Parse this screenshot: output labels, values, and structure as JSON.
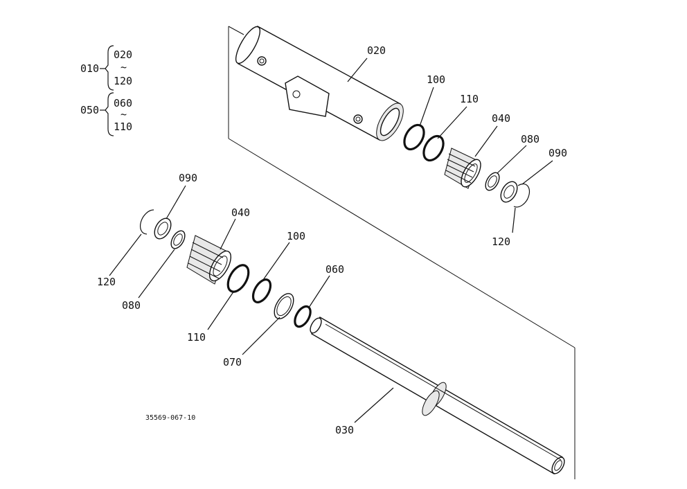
{
  "labels": {
    "l020": "020",
    "l100a": "100",
    "l110a": "110",
    "l040a": "040",
    "l080a": "080",
    "l090a": "090",
    "l120a": "120",
    "l090b": "090",
    "l040b": "040",
    "l100b": "100",
    "l060": "060",
    "l120b": "120",
    "l080b": "080",
    "l110b": "110",
    "l070": "070",
    "l030": "030"
  },
  "legend": {
    "g1_main": "010",
    "g1_from": "020",
    "g1_to": "120",
    "g2_main": "050",
    "g2_from": "060",
    "g2_to": "110",
    "range_mark": "~"
  },
  "drawing_code": "35569-067-10"
}
